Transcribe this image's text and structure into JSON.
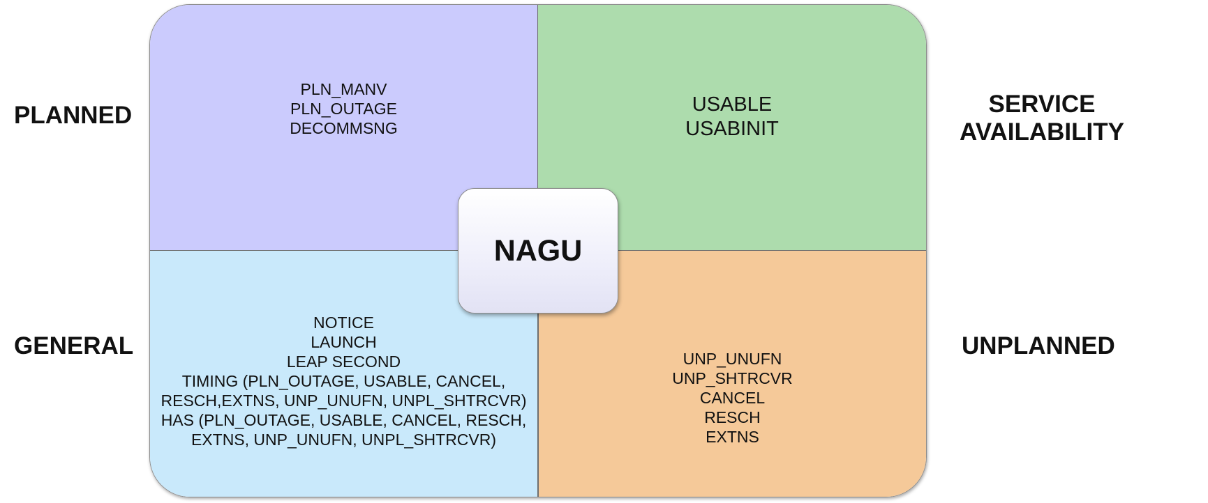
{
  "labels": {
    "planned": "PLANNED",
    "general": "GENERAL",
    "service_availability": [
      "SERVICE",
      "AVAILABILITY"
    ],
    "unplanned": "UNPLANNED"
  },
  "center": {
    "title": "NAGU"
  },
  "quadrants": {
    "planned": {
      "color": "#cbcbfd",
      "items": [
        "PLN_MANV",
        "PLN_OUTAGE",
        "DECOMMSNG"
      ]
    },
    "service_availability": {
      "color": "#addcad",
      "items": [
        "USABLE",
        "USABINIT"
      ]
    },
    "general": {
      "color": "#c9e9fb",
      "items": [
        "NOTICE",
        "LAUNCH",
        "LEAP SECOND",
        "TIMING (PLN_OUTAGE, USABLE, CANCEL,",
        "RESCH,EXTNS, UNP_UNUFN, UNPL_SHTRCVR)",
        "HAS (PLN_OUTAGE, USABLE, CANCEL, RESCH,",
        "EXTNS, UNP_UNUFN, UNPL_SHTRCVR)"
      ]
    },
    "unplanned": {
      "color": "#f5c999",
      "items": [
        "UNP_UNUFN",
        "UNP_SHTRCVR",
        "CANCEL",
        "RESCH",
        "EXTNS"
      ]
    }
  }
}
